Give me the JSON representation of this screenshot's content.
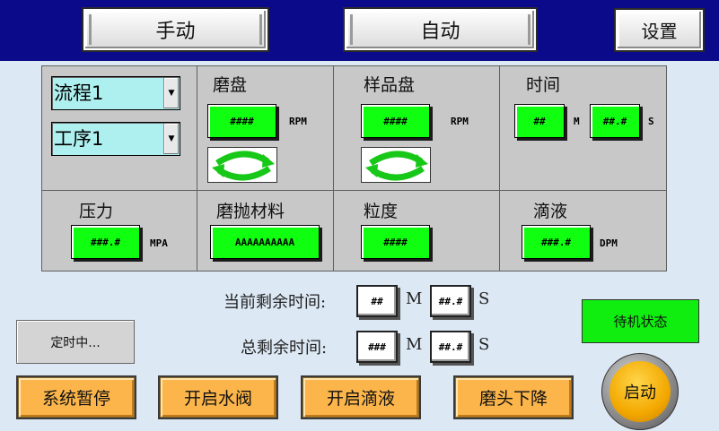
{
  "header": {
    "manual_label": "手动",
    "auto_label": "自动",
    "settings_label": "设置"
  },
  "panel": {
    "flow_select": "流程1",
    "step_select": "工序1",
    "grinding_disc": {
      "label": "磨盘",
      "value": "####",
      "unit": "RPM"
    },
    "sample_disc": {
      "label": "样品盘",
      "value": "####",
      "unit": "RPM"
    },
    "time": {
      "label": "时间",
      "minutes": "##",
      "minutes_unit": "M",
      "seconds": "##.#",
      "seconds_unit": "S"
    },
    "pressure": {
      "label": "压力",
      "value": "###.#",
      "unit": "MPA"
    },
    "material": {
      "label": "磨抛材料",
      "value": "AAAAAAAAAA"
    },
    "grain": {
      "label": "粒度",
      "value": "####"
    },
    "drip": {
      "label": "滴液",
      "value": "###.#",
      "unit": "DPM"
    }
  },
  "timers": {
    "current_label": "当前剩余时间:",
    "current_minutes": "##",
    "current_seconds": "##.#",
    "total_label": "总剩余时间:",
    "total_minutes": "###",
    "total_seconds": "##.#",
    "m_unit": "M",
    "s_unit": "S"
  },
  "timing_status": "定时中...",
  "machine_status": "待机状态",
  "buttons": {
    "pause": "系统暂停",
    "open_valve": "开启水阀",
    "open_drip": "开启滴液",
    "head_down": "磨头下降",
    "start": "启动"
  },
  "colors": {
    "header_bg": "#0a0a8a",
    "value_green": "#10ff10",
    "button_orange": "#fbb54a",
    "panel_grey": "#c8c8c8",
    "body_bg": "#dce8f4"
  },
  "icons": [
    "chevron-down-icon",
    "cycle-arrows-icon"
  ]
}
